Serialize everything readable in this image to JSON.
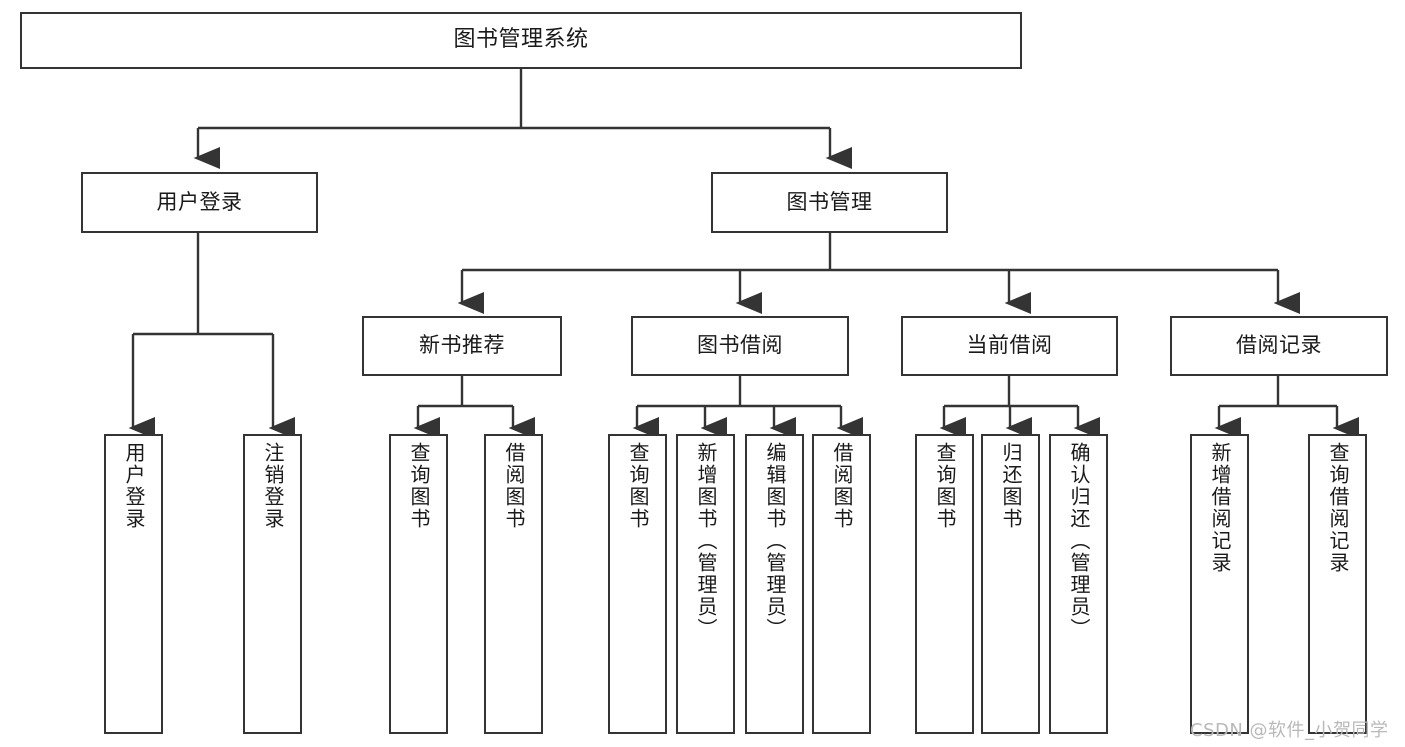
{
  "diagram": {
    "title": "图书管理系统",
    "type": "tree-hierarchy",
    "stroke_color": "#343434",
    "fill_color": "#ffffff",
    "text_color": "#1a1a1a"
  },
  "nodes": {
    "root": {
      "label": "图书管理系统"
    },
    "level1": [
      {
        "label": "用户登录"
      },
      {
        "label": "图书管理"
      }
    ],
    "level2": [
      {
        "label": "新书推荐"
      },
      {
        "label": "图书借阅"
      },
      {
        "label": "当前借阅"
      },
      {
        "label": "借阅记录"
      }
    ],
    "leaves": {
      "user_login": [
        {
          "label": "用户登录"
        },
        {
          "label": "注销登录"
        }
      ],
      "new_book_recommend": [
        {
          "label": "查询图书"
        },
        {
          "label": "借阅图书"
        }
      ],
      "book_borrow": [
        {
          "label": "查询图书"
        },
        {
          "label": "新增图书（管理员）"
        },
        {
          "label": "编辑图书（管理员）"
        },
        {
          "label": "借阅图书"
        }
      ],
      "current_borrow": [
        {
          "label": "查询图书"
        },
        {
          "label": "归还图书"
        },
        {
          "label": "确认归还（管理员）"
        }
      ],
      "borrow_record": [
        {
          "label": "新增借阅记录"
        },
        {
          "label": "查询借阅记录"
        }
      ]
    }
  },
  "watermark": {
    "text": "CSDN @软件_小贺同学"
  }
}
